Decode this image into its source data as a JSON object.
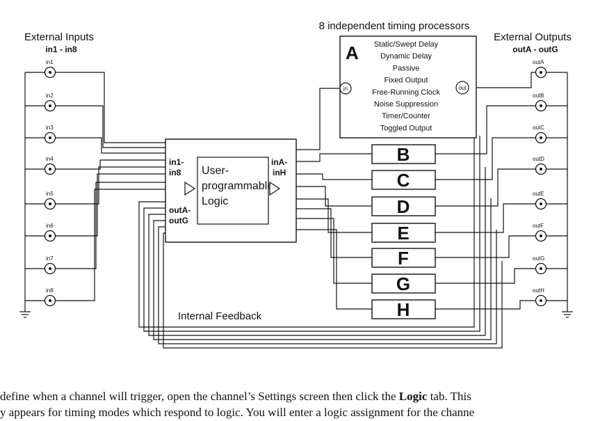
{
  "headers": {
    "inputs_title": "External Inputs",
    "inputs_range": "in1 - in8",
    "processors_title": "8 independent timing processors",
    "outputs_title": "External Outputs",
    "outputs_range": "outA - outG"
  },
  "inputs": [
    "in1",
    "in2",
    "in3",
    "in4",
    "in5",
    "in6",
    "in7",
    "in8"
  ],
  "outputs": [
    "outA",
    "outB",
    "outC",
    "outD",
    "outE",
    "outF",
    "outG",
    "outH"
  ],
  "logic_block": {
    "in_label_1": "in1-",
    "in_label_2": "in8",
    "out_label_1": "outA-",
    "out_label_2": "outG",
    "right_label_1": "inA-",
    "right_label_2": "inH",
    "core_line_1": "User-",
    "core_line_2": "programmable",
    "core_line_3": "Logic"
  },
  "processor_a": {
    "letter": "A",
    "in_port": "in",
    "out_port": "out",
    "modes": [
      "Static/Swept Delay",
      "Dynamic Delay",
      "Passive",
      "Fixed Output",
      "Free-Running Clock",
      "Noise Suppression",
      "Timer/Counter",
      "Toggled Output"
    ]
  },
  "processor_blocks": [
    "B",
    "C",
    "D",
    "E",
    "F",
    "G",
    "H"
  ],
  "feedback_label": "Internal Feedback",
  "text": {
    "line1_pre": "define when a channel will trigger, open the channel’s Settings screen then click the ",
    "line1_bold": "Logic",
    "line1_post": " tab. This",
    "line2": "y appears for timing modes which respond to logic. You will enter a logic assignment for the channe"
  }
}
